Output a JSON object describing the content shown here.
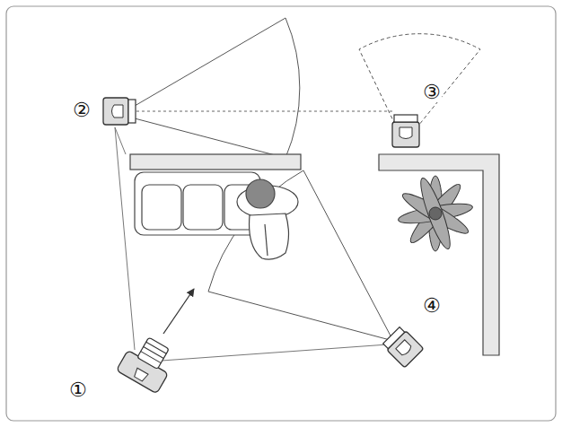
{
  "diagram": {
    "labels": [
      "①",
      "②",
      "③",
      "④"
    ]
  }
}
